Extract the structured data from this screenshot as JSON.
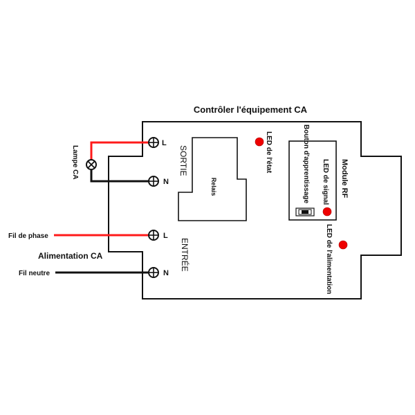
{
  "title": "Contrôler l'équipement CA",
  "colors": {
    "phase": "#ff1a1a",
    "neutral": "#111111",
    "led": "#ee0000",
    "outline": "#111111"
  },
  "output": {
    "section_label": "SORTIE",
    "lamp_label": "Lampe CA",
    "terminals": [
      {
        "label": "L"
      },
      {
        "label": "N"
      }
    ]
  },
  "input": {
    "section_label": "ENTRÉE",
    "supply_label": "Alimentation CA",
    "phase_wire_label": "Fil de phase",
    "neutral_wire_label": "Fil neutre",
    "terminals": [
      {
        "label": "L"
      },
      {
        "label": "N"
      }
    ]
  },
  "relay": {
    "label": "Relais"
  },
  "status_led": {
    "label": "LED de l'état"
  },
  "rf_module": {
    "label": "Module RF",
    "learn_button_label": "Bouton d'apprentissage",
    "signal_led_label": "LED de signal"
  },
  "power_led": {
    "label": "LED de l'alimentation"
  }
}
